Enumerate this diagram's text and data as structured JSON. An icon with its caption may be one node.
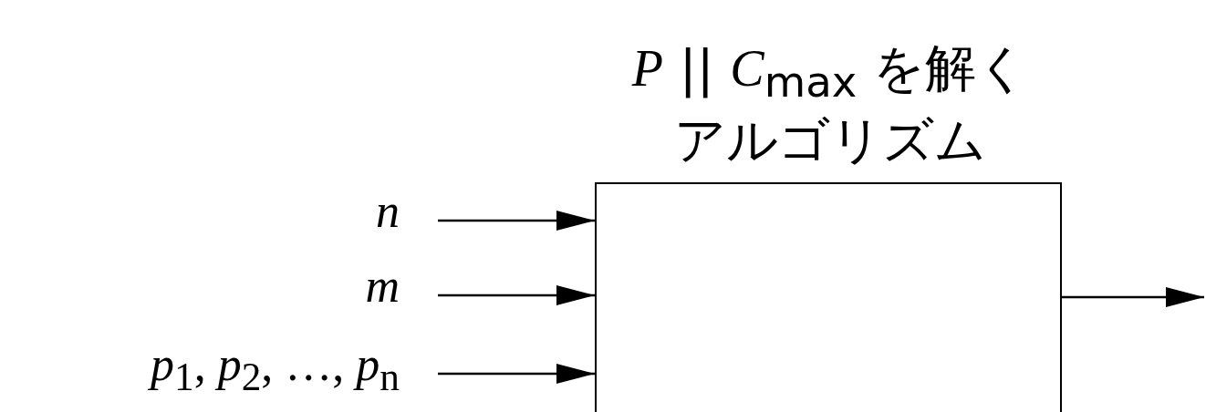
{
  "diagram": {
    "nodes": [
      {
        "text": [
          "*P* || *C*$_{max}$ を解くアルゴリズム"
        ]
      },
      {
        "text": [
          "n"
        ]
      },
      {
        "text": [
          "m"
        ]
      },
      {
        "text": [
          "*p*$_{1}$, *p*$_{2}$, …, *p*$_{n}$"
        ]
      }
    ],
    "edges": [
      {
        "from": 1,
        "to": 0,
        "arrow": "to"
      },
      {
        "from": 2,
        "to": 0,
        "arrow": "to"
      },
      {
        "from": 3,
        "to": 0,
        "arrow": "to"
      },
      {
        "from": 0,
        "to": null,
        "arrow": "to"
      }
    ]
  }
}
